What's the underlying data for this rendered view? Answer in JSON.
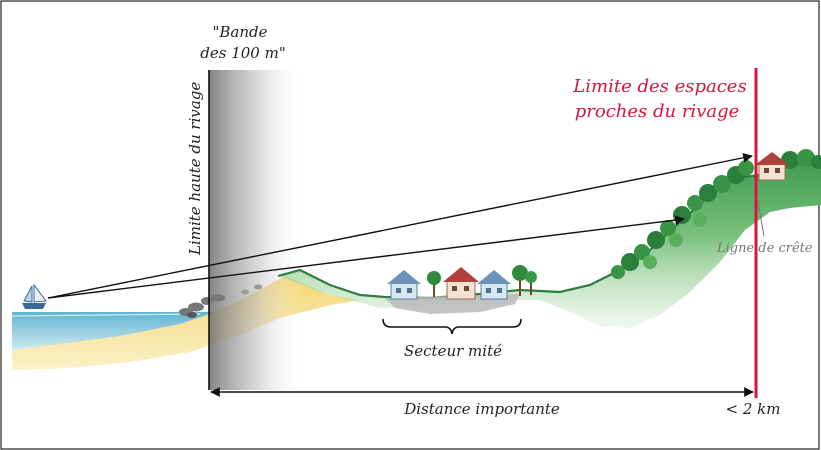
{
  "labels": {
    "bande_line1": "\"Bande",
    "bande_line2": "des 100 m\"",
    "limite_haute": "Limite haute du rivage",
    "limite_espaces_line1": "Limite des espaces",
    "limite_espaces_line2": "proches du rivage",
    "ligne_de_crete": "Ligne de crête",
    "secteur_mite": "Secteur mité",
    "distance": "Distance importante",
    "moins_2km": "< 2 km"
  },
  "colors": {
    "accent_red": "#d6163c",
    "sea": "#7fc4d8",
    "sand": "#f2dc94",
    "grass_dark": "#3e9a4e",
    "grass_light": "#b8dfb4"
  }
}
